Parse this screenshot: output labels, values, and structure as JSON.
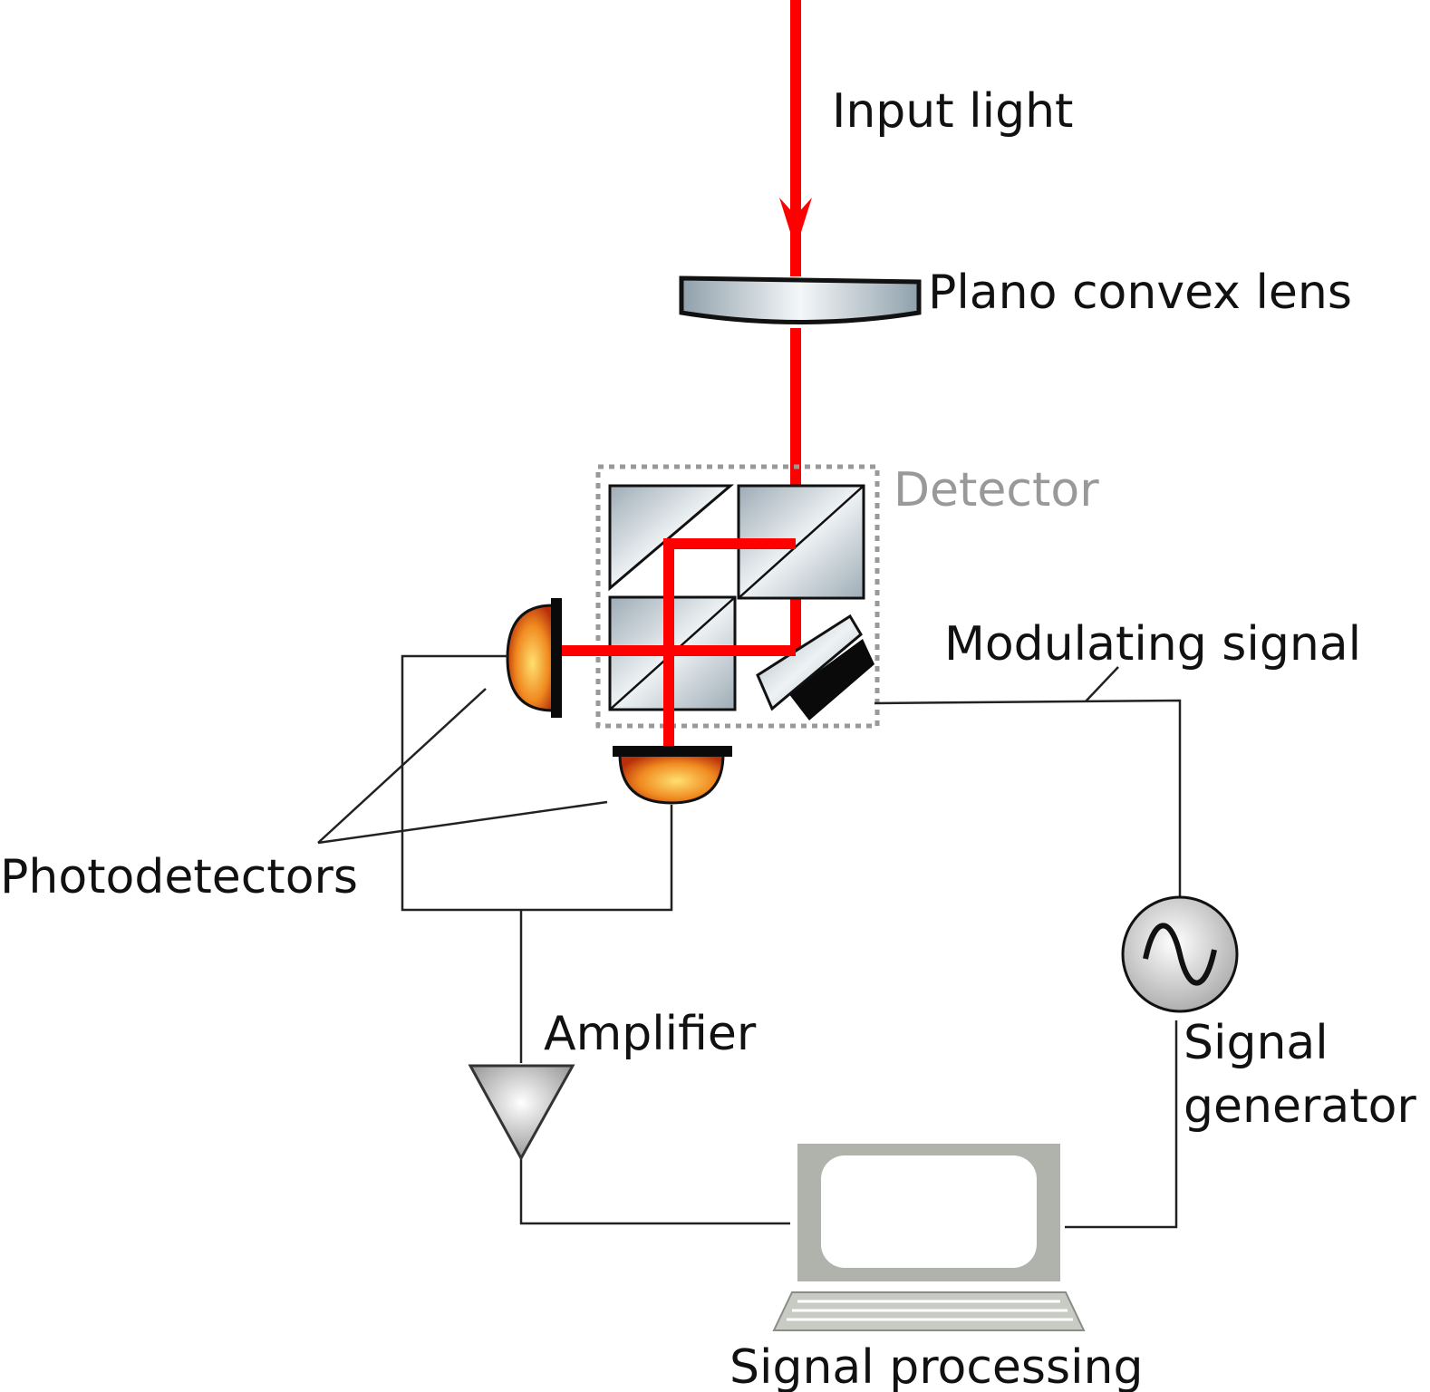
{
  "labels": {
    "input_light": "Input light",
    "plano_convex_lens": "Plano convex lens",
    "detector": "Detector",
    "modulating_signal": "Modulating signal",
    "photodetectors": "Photodetectors",
    "amplifier": "Amplifier",
    "signal_generator_line1": "Signal",
    "signal_generator_line2": "generator",
    "signal_processing": "Signal processing"
  },
  "colors": {
    "beam": "#ff0000",
    "detector_label": "#999999",
    "photodetector": "#e05a10",
    "glass": "#b8c4cc"
  },
  "icons": {
    "signal_generator": "sine-wave-icon",
    "signal_processing": "laptop-icon",
    "amplifier": "triangle-amplifier-icon"
  }
}
